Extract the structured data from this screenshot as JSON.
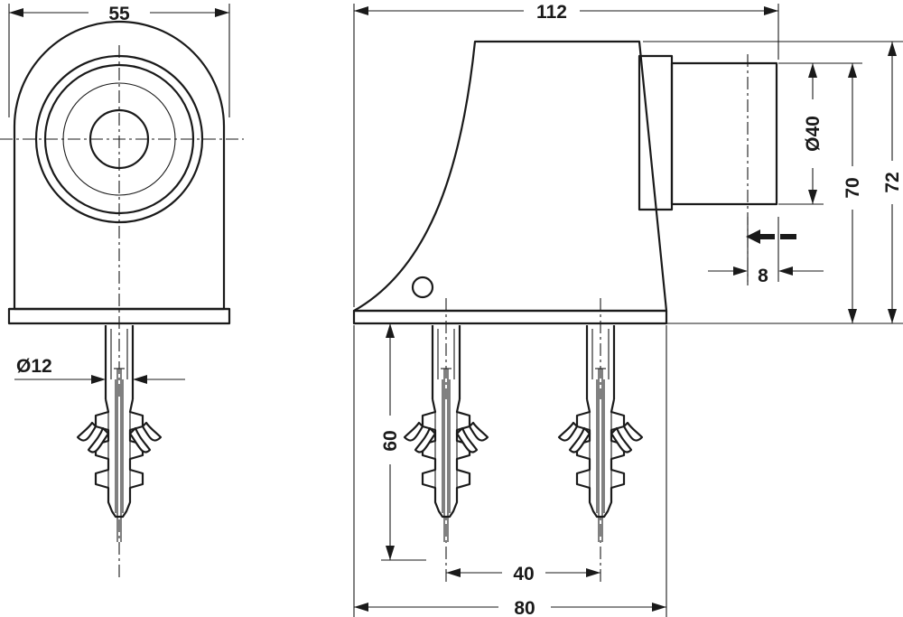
{
  "dimensions": {
    "front_width": "55",
    "pin_diameter": "Ø12",
    "overall_length": "112",
    "buffer_diameter": "Ø40",
    "height_70": "70",
    "height_72": "72",
    "compression": "8",
    "plug_depth": "60",
    "plug_spacing": "40",
    "base_length": "80"
  },
  "icons": {
    "direction": "push-direction-arrow-icon"
  }
}
